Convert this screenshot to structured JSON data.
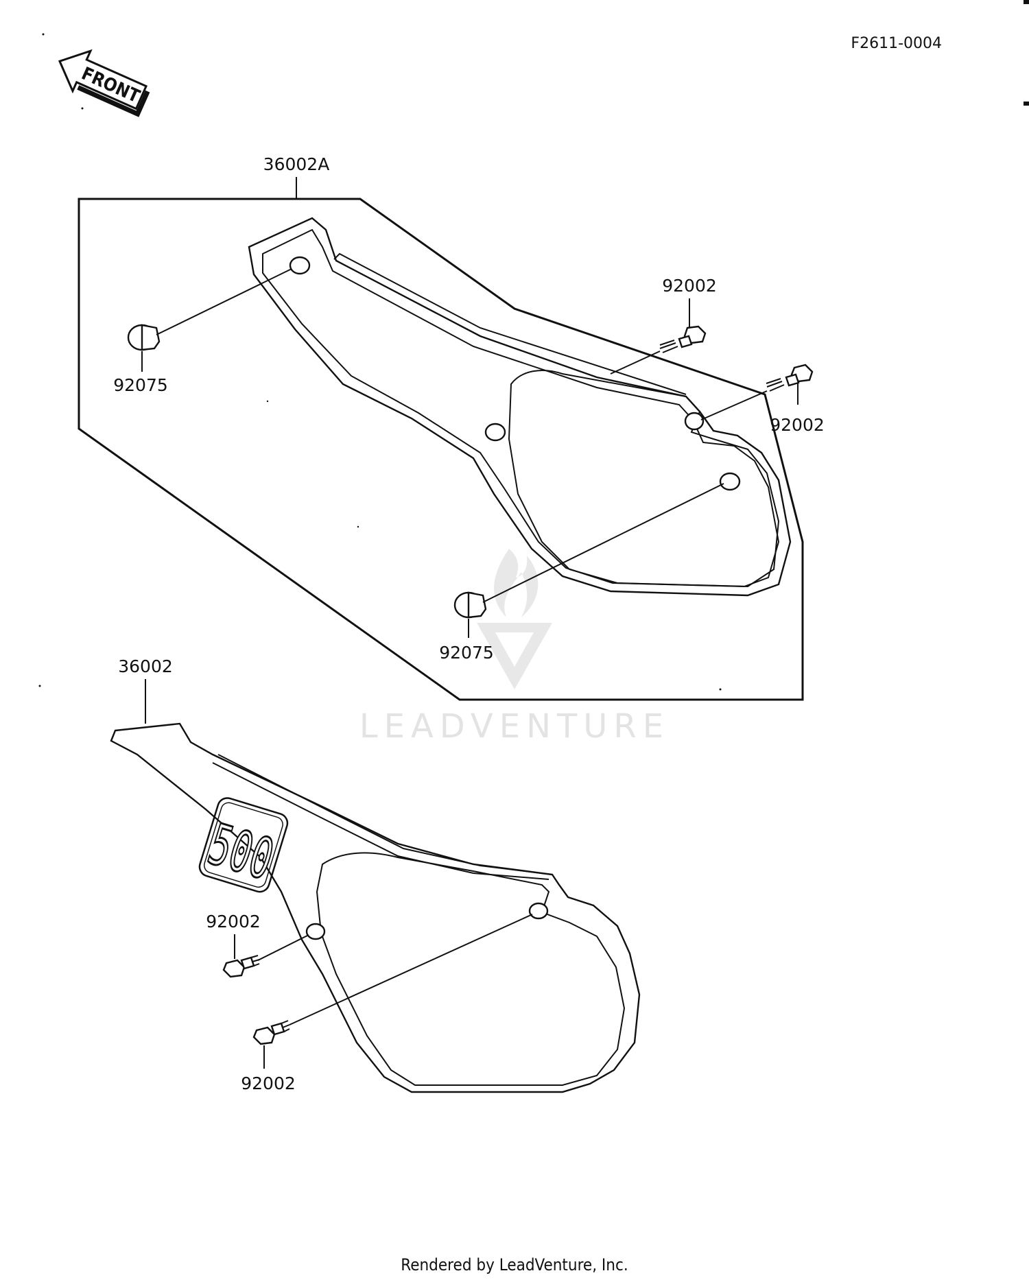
{
  "diagram_code": "F2611-0004",
  "front_label": "FRONT",
  "watermark": "LEADVENTURE",
  "footer": "Rendered by LeadVenture, Inc.",
  "parts": {
    "kit_label": "36002A",
    "cover_label": "36002",
    "number_500": "500",
    "grommet_top": "92075",
    "grommet_bottom": "92075",
    "bolt_kit_a": "92002",
    "bolt_kit_b": "92002",
    "bolt_cover_a": "92002",
    "bolt_cover_b": "92002"
  }
}
